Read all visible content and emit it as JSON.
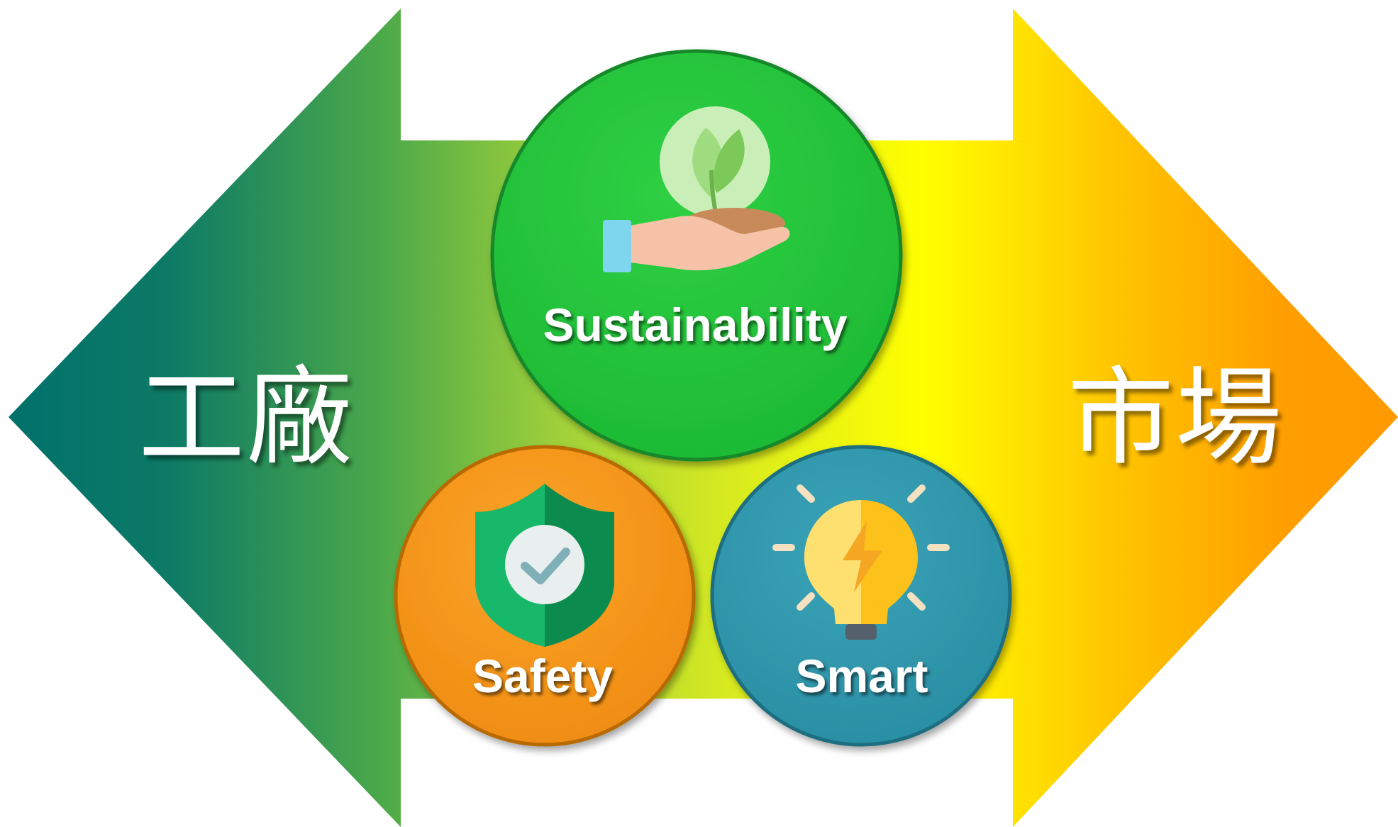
{
  "left_label": "工廠",
  "right_label": "市場",
  "circles": {
    "sustainability": {
      "label": "Sustainability",
      "color": "#22c43a",
      "icon": "hand-with-plant-icon"
    },
    "safety": {
      "label": "Safety",
      "color": "#f7961a",
      "icon": "shield-check-icon"
    },
    "smart": {
      "label": "Smart",
      "color": "#3197ad",
      "icon": "lightbulb-icon"
    }
  },
  "arrow_gradient": [
    "#00706b",
    "#4aa84a",
    "#b5dd28",
    "#ffff00",
    "#ffc400",
    "#ff9a00"
  ]
}
